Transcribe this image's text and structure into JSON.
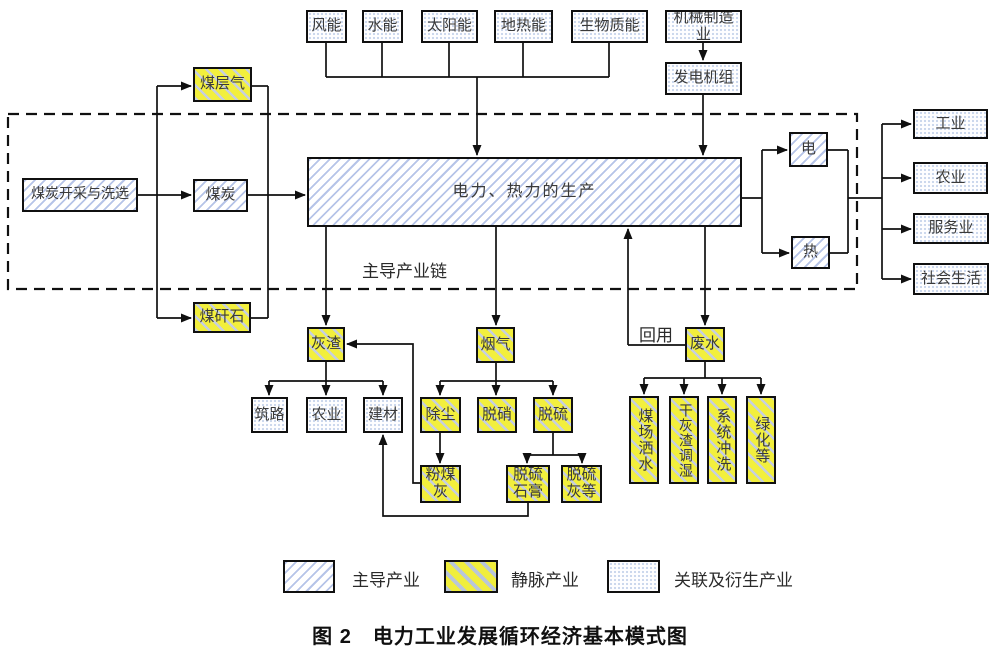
{
  "nodes": {
    "wind": "风能",
    "hydro": "水能",
    "solar": "太阳能",
    "geothermal": "地热能",
    "biomass": "生物质能",
    "machinery": "机械制造业",
    "generator_set": "发电机组",
    "coal_mining": "煤炭开采与洗选",
    "coalbed_methane": "煤层气",
    "coal": "煤炭",
    "coal_gangue": "煤矸石",
    "power_heat_production": "电力、热力的生产",
    "electricity": "电",
    "heat": "热",
    "industry": "工业",
    "agriculture": "农业",
    "services": "服务业",
    "social_life": "社会生活",
    "ash": "灰渣",
    "road_building": "筑路",
    "ash_agriculture": "农业",
    "building_materials": "建材",
    "flue_gas": "烟气",
    "dust_removal": "除尘",
    "denitration": "脱硝",
    "desulfurization": "脱硫",
    "fly_ash": "粉煤灰",
    "desulfurization_gypsum": "脱硫石膏",
    "desulfurization_ash": "脱硫灰等",
    "wastewater": "废水",
    "coal_yard_spray": "煤场洒水",
    "dry_ash_wetting": "干灰渣调湿",
    "system_flushing": "系统冲洗",
    "greening": "绿化等"
  },
  "labels": {
    "main_chain": "主导产业链",
    "reuse": "回用"
  },
  "legend": {
    "leading": "主导产业",
    "venous": "静脉产业",
    "derived": "关联及衍生产业"
  },
  "caption": "图 2　电力工业发展循环经济基本模式图",
  "colors": {
    "venous_fill": "#f2ef3d",
    "hatch_blue": "#b6c4e8",
    "dots_blue": "#c9d6ec",
    "line": "#101010"
  }
}
